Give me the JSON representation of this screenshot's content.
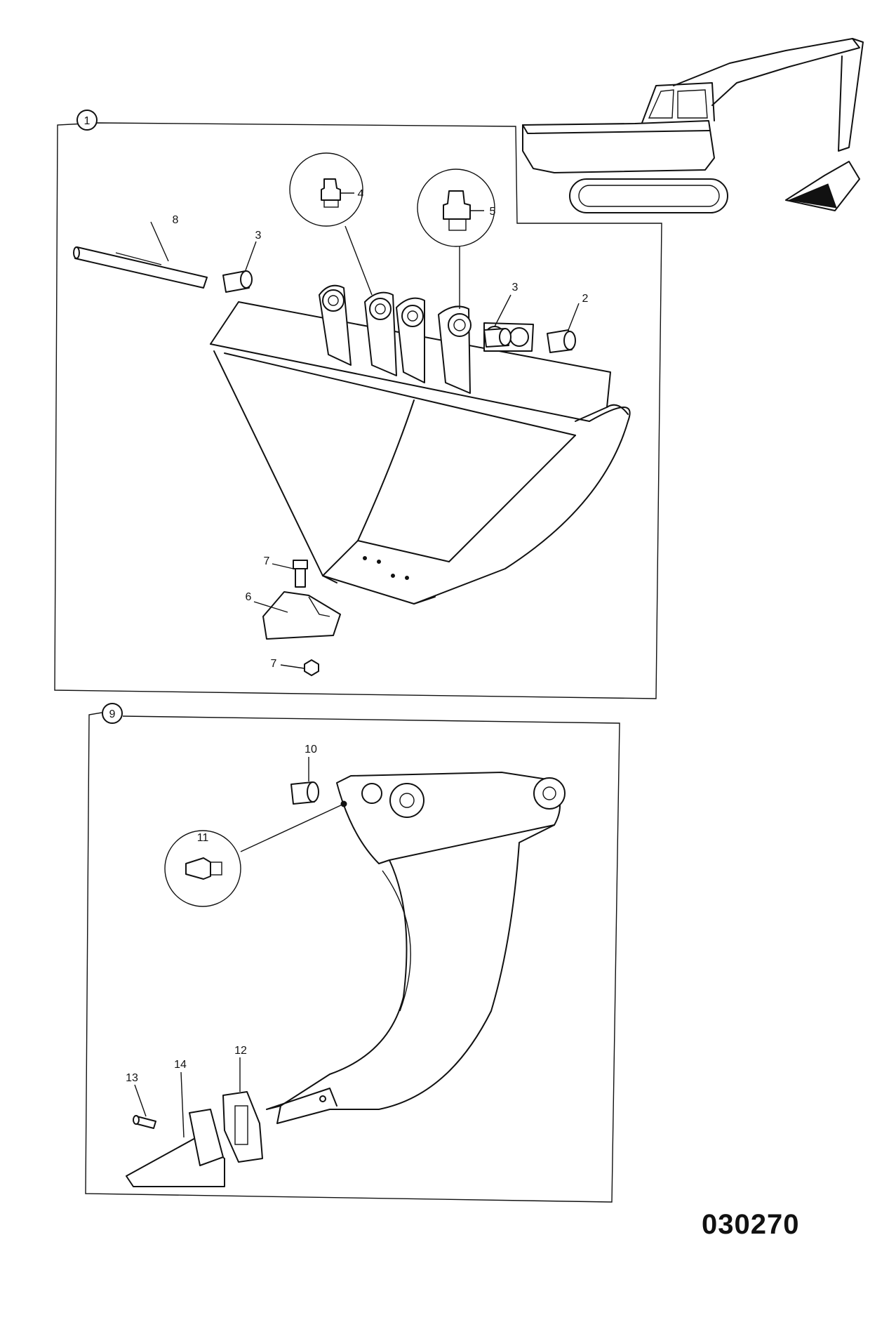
{
  "figure_number": "030270",
  "groups": [
    {
      "id": "group-1",
      "label": "1"
    },
    {
      "id": "group-9",
      "label": "9"
    }
  ],
  "callouts": {
    "c2": "2",
    "c3a": "3",
    "c3b": "3",
    "c4": "4",
    "c5": "5",
    "c6": "6",
    "c7a": "7",
    "c7b": "7",
    "c8": "8",
    "c10": "10",
    "c11": "11",
    "c12": "12",
    "c13": "13",
    "c14": "14"
  },
  "colors": {
    "ink": "#111111",
    "paper": "#ffffff"
  }
}
